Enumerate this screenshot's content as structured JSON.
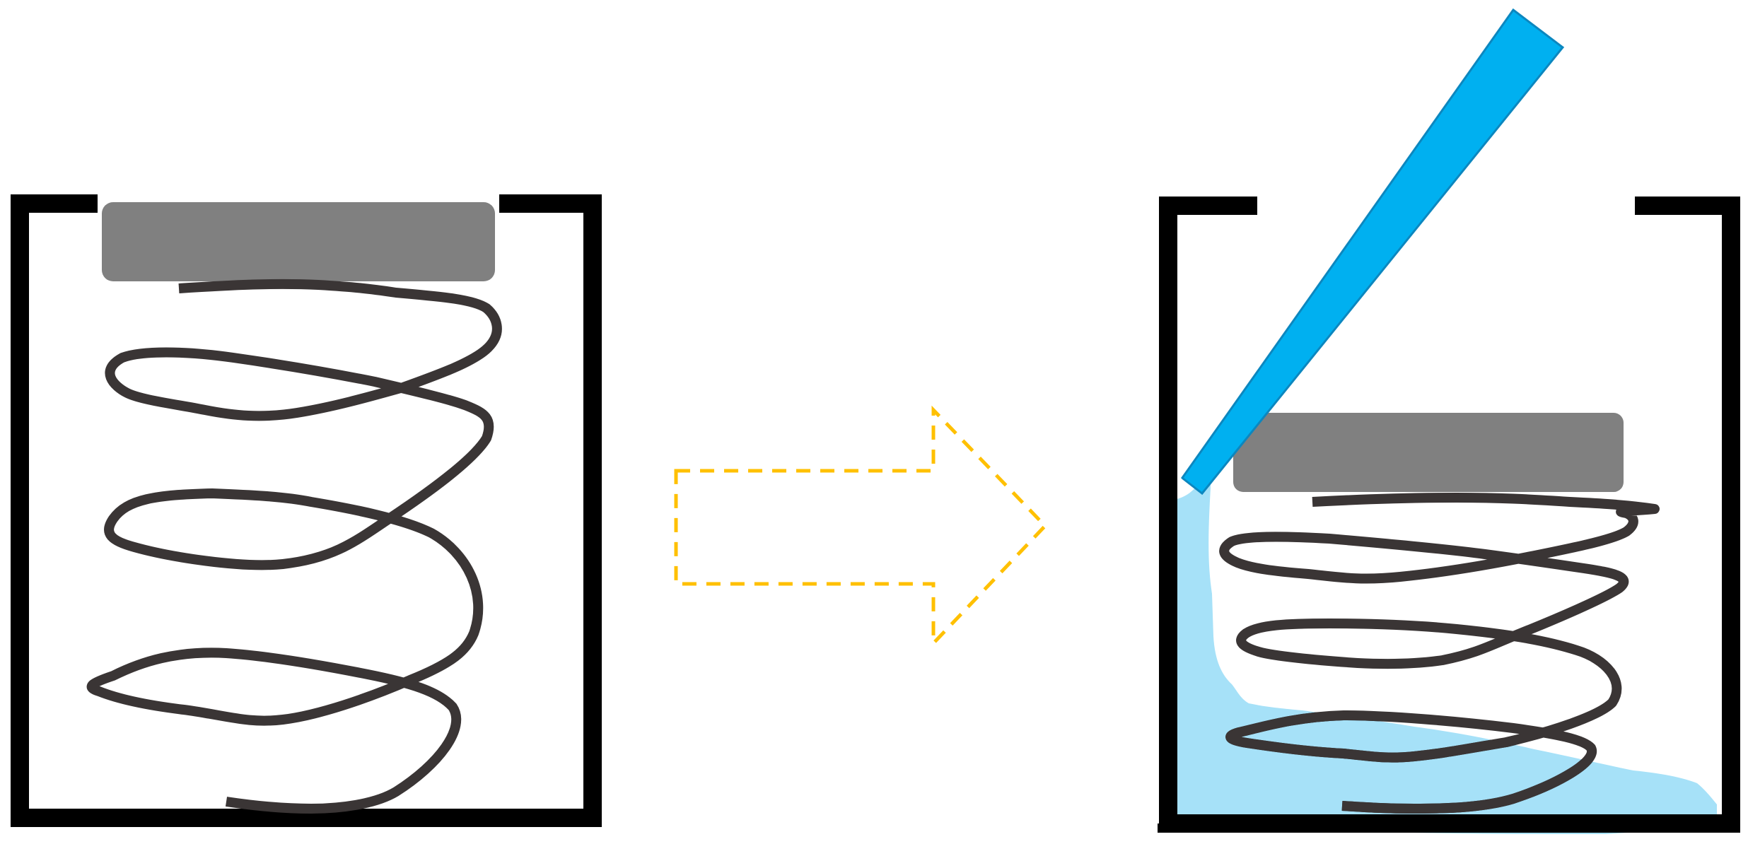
{
  "diagram": {
    "left_panel": {
      "state": "initial",
      "components": [
        "container",
        "plate",
        "spring"
      ]
    },
    "transition": {
      "style": "dashed-arrow"
    },
    "right_panel": {
      "state": "after-fill",
      "components": [
        "container",
        "plate",
        "spring",
        "liquid",
        "nozzle"
      ]
    }
  },
  "colors": {
    "container_wall": "#000000",
    "plate_fill": "#808080",
    "spring_stroke": "#3a3535",
    "arrow_stroke": "#ffc000",
    "liquid_fill": "#a6e1f8",
    "nozzle_fill": "#00b0f0",
    "nozzle_stroke": "#0c87bf",
    "submerged_spring": "#27677f",
    "background": "#ffffff"
  }
}
